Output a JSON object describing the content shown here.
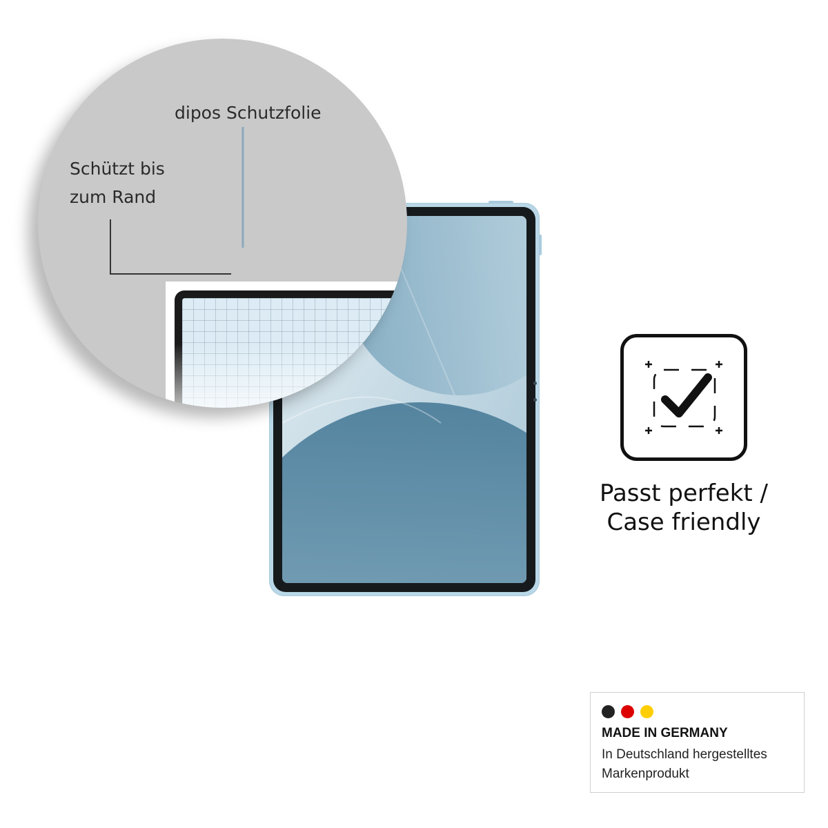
{
  "magnifier": {
    "label_film": "dipos Schutzfolie",
    "label_edge_line1": "Schützt bis",
    "label_edge_line2": "zum Rand"
  },
  "feature": {
    "icon": "fit-check-icon",
    "label_line1": "Passt perfekt /",
    "label_line2": "Case friendly"
  },
  "badge": {
    "title": "MADE IN GERMANY",
    "line1": "In Deutschland hergestelltes",
    "line2": "Markenprodukt",
    "flag_colors": [
      "#222222",
      "#dd0000",
      "#ffce00"
    ]
  },
  "colors": {
    "tablet_frame": "#b9d7e7",
    "pointer_line_blue": "#8aa9bd",
    "pointer_line_dark": "#333333"
  }
}
